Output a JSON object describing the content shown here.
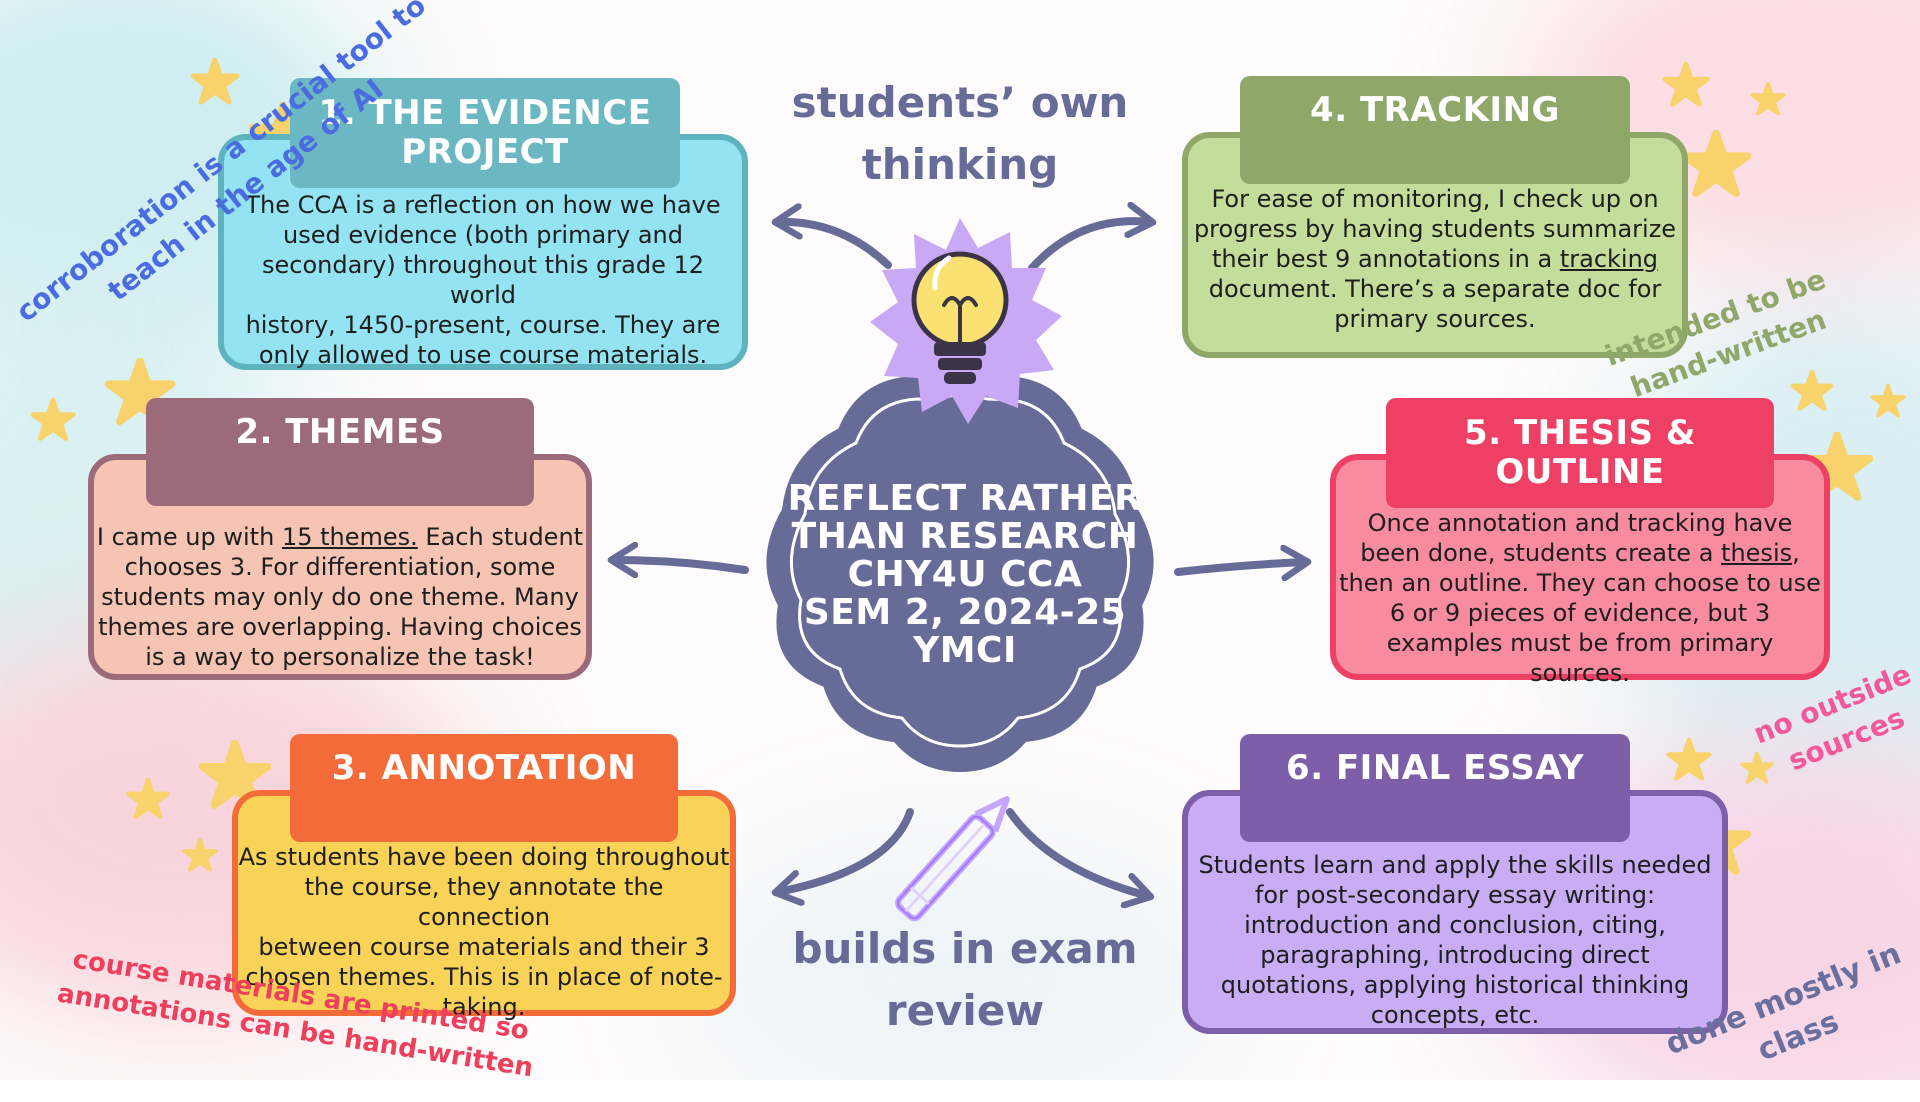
{
  "center": {
    "lines": [
      "REFLECT RATHER",
      "THAN RESEARCH",
      "CHY4U CCA",
      "SEM 2, 2024-25",
      "YMCI"
    ]
  },
  "top_label": {
    "lines": [
      "students’ own",
      "thinking"
    ]
  },
  "bottom_label": {
    "lines": [
      "builds in exam",
      "review"
    ]
  },
  "cards": [
    {
      "title_lines": [
        "1.   THE EVIDENCE",
        "PROJECT"
      ],
      "body_lines": [
        [
          "The CCA is a reflection on how we have"
        ],
        [
          "used evidence (both primary and"
        ],
        [
          "secondary) throughout this grade 12 world"
        ],
        [
          "history, 1450-present, course. They are"
        ],
        [
          "only allowed to use course materials."
        ]
      ],
      "tab_color": "#6bb8c2",
      "body_color": "#93e3f2",
      "border_color": "#5fb3bf"
    },
    {
      "title_lines": [
        "2. THEMES"
      ],
      "body_pre": "I came up with ",
      "body_underline": "15 themes.",
      "body_lines": [
        [
          " Each student"
        ],
        [
          "chooses 3. For differentiation, some"
        ],
        [
          "students may only do one theme. Many"
        ],
        [
          "themes are overlapping. Having choices"
        ],
        [
          "is a way to personalize the task!"
        ]
      ],
      "tab_color": "#9b6a7b",
      "body_color": "#f6c4b3",
      "border_color": "#9b6a7b"
    },
    {
      "title_lines": [
        "3. ANNOTATION"
      ],
      "body_lines": [
        [
          "As students have been doing throughout"
        ],
        [
          "the course, they annotate the connection"
        ],
        [
          "between course materials and their 3"
        ],
        [
          "chosen themes. This is in place of note-"
        ],
        [
          "taking."
        ]
      ],
      "tab_color": "#f46b3a",
      "body_color": "#f9d358",
      "border_color": "#f46b3a"
    },
    {
      "title_lines": [
        "4. TRACKING"
      ],
      "body_lines": [
        [
          "For ease of monitoring, I check up on"
        ],
        [
          "progress by having students summarize"
        ],
        [
          "their best 9 annotations in a ",
          "tracking"
        ],
        [
          "document. There’s a separate doc for"
        ],
        [
          "primary sources."
        ]
      ],
      "tab_color": "#8fa86a",
      "body_color": "#c4dd9a",
      "border_color": "#8fa86a"
    },
    {
      "title_lines": [
        "5. THESIS &",
        "OUTLINE"
      ],
      "body_lines": [
        [
          "Once annotation and tracking have"
        ],
        [
          "been done, students create a ",
          "thesis",
          ","
        ],
        [
          "then an outline. They can choose to use"
        ],
        [
          "6 or 9 pieces of evidence, but 3"
        ],
        [
          "examples must be from primary"
        ],
        [
          "sources."
        ]
      ],
      "tab_color": "#ee3f64",
      "body_color": "#f98ba0",
      "border_color": "#ee3f64"
    },
    {
      "title_lines": [
        "6. FINAL ESSAY"
      ],
      "body_lines": [
        [
          "Students learn and apply the skills needed"
        ],
        [
          "for post-secondary essay writing:"
        ],
        [
          "introduction and conclusion, citing,"
        ],
        [
          "paragraphing, introducing direct"
        ],
        [
          "quotations, applying historical thinking"
        ],
        [
          "concepts, etc."
        ]
      ],
      "tab_color": "#7d5ea8",
      "body_color": "#c8adf4",
      "border_color": "#7d5ea8"
    }
  ],
  "notes": [
    {
      "lines": [
        "corroboration is a crucial tool to",
        "teach in the age of AI"
      ],
      "color": "#4a6ce0"
    },
    {
      "lines": [
        "intended to be",
        "hand-written"
      ],
      "color": "#8fa86a"
    },
    {
      "lines": [
        "no outside",
        "sources"
      ],
      "color": "#f2589b"
    },
    {
      "lines": [
        "course materials are printed so",
        "annotations can be hand-written"
      ],
      "color": "#ee3f5c"
    },
    {
      "lines": [
        "done mostly in",
        "class"
      ],
      "color": "#6b6f9e"
    }
  ],
  "icons": [
    "lightbulb-icon",
    "pencil-icon",
    "star-icon"
  ],
  "colors": {
    "arrow": "#666b97",
    "center_fill": "#666b97",
    "burst": "#c9a8f6",
    "star": "#f8d26a"
  }
}
